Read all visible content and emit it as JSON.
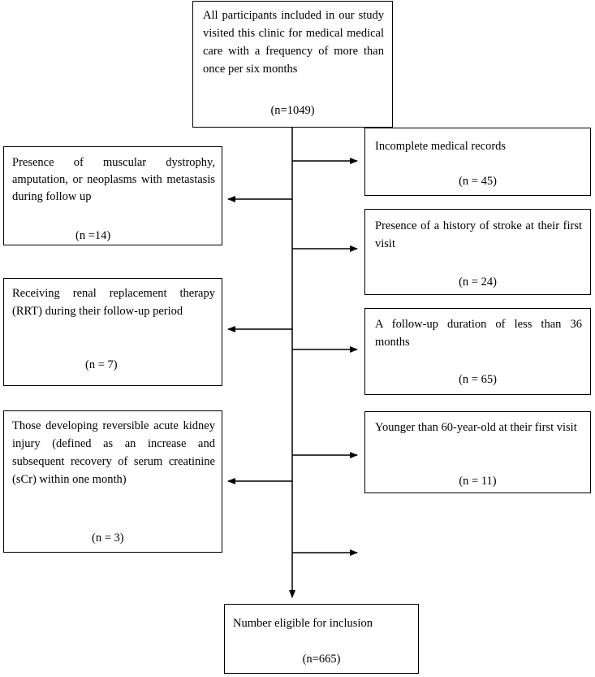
{
  "nodes": {
    "all_participants": {
      "text": "All participants included in our study visited this clinic for medical medical care with a frequency of more than once per six months",
      "count": "(n=1049)"
    },
    "muscular": {
      "text": "Presence of muscular dystrophy, amputation, or neoplasms with metastasis during follow up",
      "count": "(n =14)"
    },
    "rrt": {
      "text": "Receiving renal replacement therapy (RRT) during their follow-up period",
      "count": "(n = 7)"
    },
    "aki": {
      "text": "Those developing reversible acute kidney injury (defined as an increase and subsequent recovery of serum creatinine (sCr) within one month)",
      "count": "(n = 3)"
    },
    "incomplete": {
      "text": "Incomplete medical records",
      "count": "(n = 45)"
    },
    "stroke": {
      "text": "Presence of a history of stroke at their first visit",
      "count": "(n = 24)"
    },
    "followup": {
      "text": "A follow-up duration of less than 36 months",
      "count": "(n = 65)"
    },
    "younger": {
      "text": "Younger than 60-year-old at their first visit",
      "count": "(n = 11)"
    },
    "eligible": {
      "text": "Number eligible for inclusion",
      "count": "(n=665)"
    }
  }
}
